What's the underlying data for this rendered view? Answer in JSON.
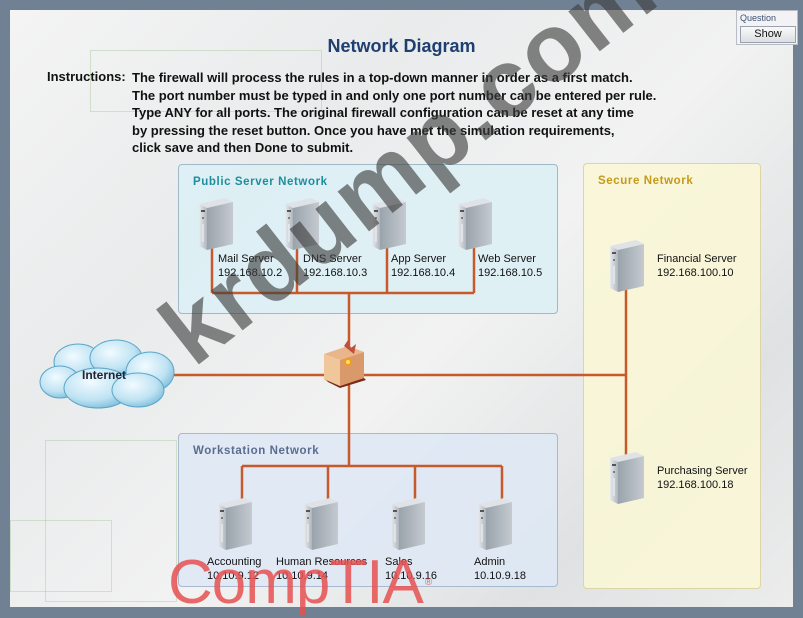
{
  "question_panel": {
    "label": "Question",
    "show_button": "Show"
  },
  "title": "Network Diagram",
  "instructions": {
    "label": "Instructions:",
    "lines": [
      "The firewall will process the rules in a top-down manner in order as a first match.",
      "The port number must be typed in and only one port number can be entered per rule.",
      "Type ANY for all ports. The original firewall configuration can be reset at any time",
      "by pressing the reset button. Once you have met the simulation requirements,",
      "click save and then Done to submit."
    ]
  },
  "zones": {
    "public": {
      "title": "Public Server Network",
      "color": "#1f8d9c"
    },
    "workstation": {
      "title": "Workstation Network",
      "color": "#5a6c90"
    },
    "secure": {
      "title": "Secure Network",
      "color": "#c59a18"
    }
  },
  "public_servers": [
    {
      "name": "Mail Server",
      "ip": "192.168.10.2"
    },
    {
      "name": "DNS Server",
      "ip": "192.168.10.3"
    },
    {
      "name": "App Server",
      "ip": "192.168.10.4"
    },
    {
      "name": "Web Server",
      "ip": "192.168.10.5"
    }
  ],
  "workstations": [
    {
      "name": "Accounting",
      "ip": "10.10.9.12"
    },
    {
      "name": "Human Resources",
      "ip": "10.10.9.14"
    },
    {
      "name": "Sales",
      "ip": "10.10.9.16"
    },
    {
      "name": "Admin",
      "ip": "10.10.9.18"
    }
  ],
  "secure_servers": [
    {
      "name": "Financial Server",
      "ip": "192.168.100.10"
    },
    {
      "name": "Purchasing Server",
      "ip": "192.168.100.18"
    }
  ],
  "internet": {
    "label": "Internet"
  },
  "firewall": {
    "icon": "firewall-icon"
  },
  "wire_color": "#c8592a",
  "watermark": "krdump.com",
  "logo": {
    "text": "CompTIA",
    "mark": "®"
  }
}
